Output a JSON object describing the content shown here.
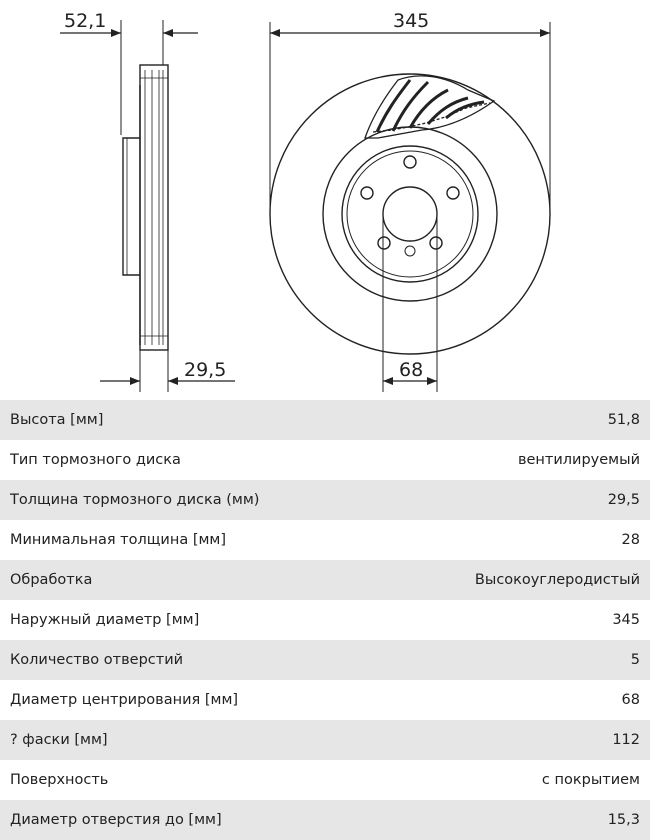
{
  "drawing": {
    "dims": {
      "hat_height": "52,1",
      "thickness": "29,5",
      "outer_diameter": "345",
      "center_bore": "68"
    }
  },
  "specs": [
    {
      "label": "Высота [мм]",
      "value": "51,8"
    },
    {
      "label": "Тип тормозного диска",
      "value": "вентилируемый"
    },
    {
      "label": "Толщина тормозного диска (мм)",
      "value": "29,5"
    },
    {
      "label": "Минимальная толщина [мм]",
      "value": "28"
    },
    {
      "label": "Обработка",
      "value": "Высокоуглеродистый"
    },
    {
      "label": "Наружный диаметр [мм]",
      "value": "345"
    },
    {
      "label": "Количество отверстий",
      "value": "5"
    },
    {
      "label": "Диаметр центрирования [мм]",
      "value": "68"
    },
    {
      "label": "? фаски [мм]",
      "value": "112"
    },
    {
      "label": "Поверхность",
      "value": "с покрытием"
    },
    {
      "label": "Диаметр отверстия до [мм]",
      "value": "15,3"
    }
  ]
}
